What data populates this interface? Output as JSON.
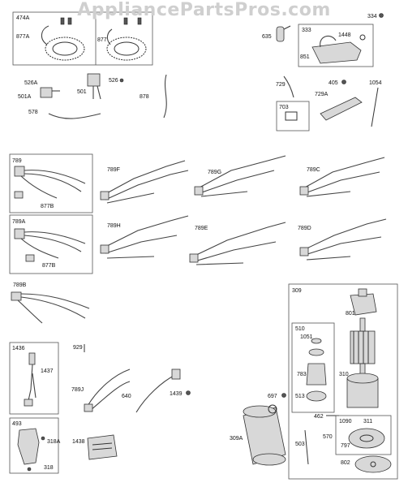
{
  "watermark": "AppliancePartsPros.com",
  "labels": {
    "p474A": "474A",
    "p877A": "877A",
    "p877": "877",
    "p334": "334",
    "p635": "635",
    "p333": "333",
    "p1448": "1448",
    "p851": "851",
    "p526A": "526A",
    "p501A": "501A",
    "p501": "501",
    "p526": "526",
    "p578": "578",
    "p878": "878",
    "p729": "729",
    "p405": "405",
    "p1054": "1054",
    "p729A": "729A",
    "p703": "703",
    "p789": "789",
    "p877B_1": "877B",
    "p789F": "789F",
    "p789G": "789G",
    "p789C": "789C",
    "p789A": "789A",
    "p877B_2": "877B",
    "p789H": "789H",
    "p789E": "789E",
    "p789D": "789D",
    "p789B": "789B",
    "p309": "309",
    "p801": "801",
    "p510": "510",
    "p1051": "1051",
    "p783": "783",
    "p310": "310",
    "p513": "513",
    "p697": "697",
    "p1436": "1436",
    "p929": "929",
    "p1437": "1437",
    "p789J": "789J",
    "p640": "640",
    "p1439": "1439",
    "p493": "493",
    "p318A": "318A",
    "p318": "318",
    "p1438": "1438",
    "p309A": "309A",
    "p462": "462",
    "p1090": "1090",
    "p311": "311",
    "p570": "570",
    "p797": "797",
    "p503": "503",
    "p802": "802"
  }
}
